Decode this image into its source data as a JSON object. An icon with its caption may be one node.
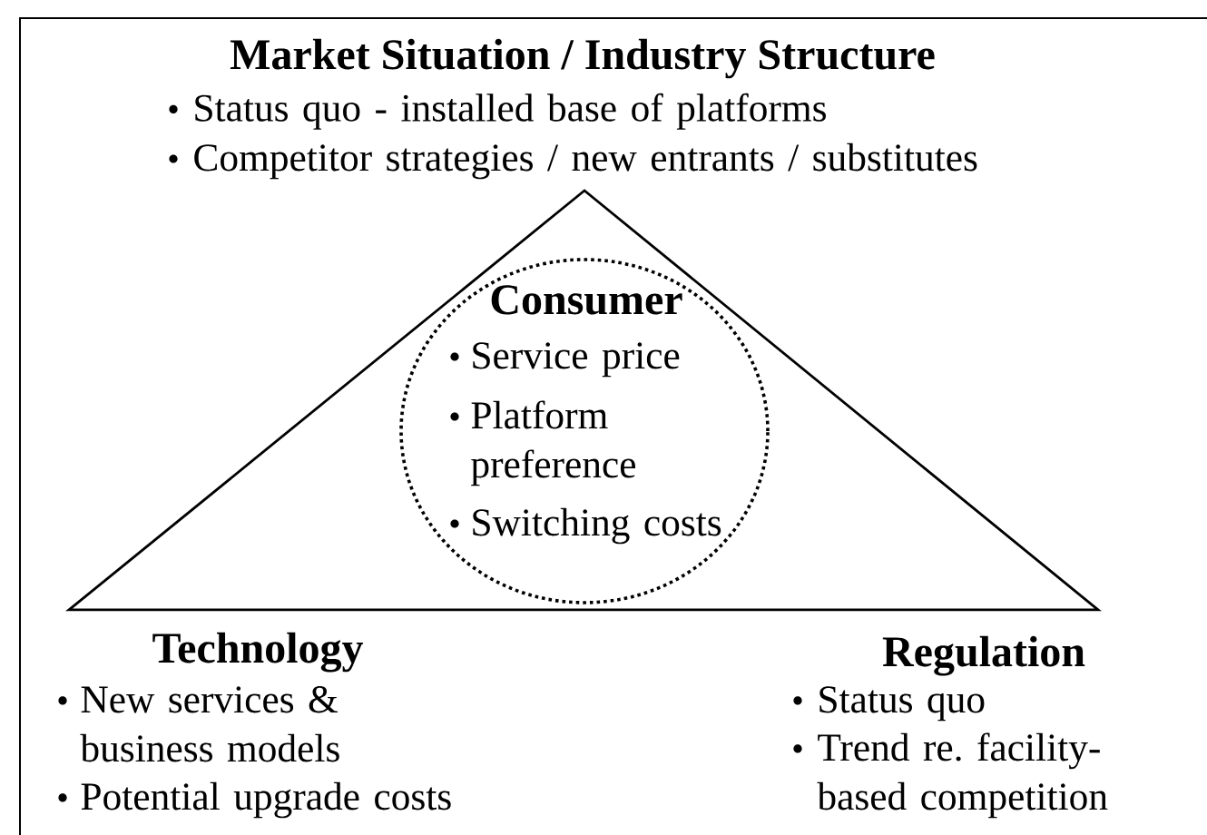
{
  "diagram": {
    "nodes": [
      {
        "text": [],
        "shape": "triangle"
      },
      {
        "text": [
          "Consumer",
          "Service price",
          "Platform preference",
          "Switching costs"
        ],
        "in": 0
      }
    ],
    "labels": [
      "Market Situation / Industry Structure",
      "Status quo - installed base of platforms",
      "Competitor strategies / new entrants / substitutes",
      "Technology",
      "New services & business models",
      "Potential upgrade costs",
      "Regulation",
      "Status quo",
      "Trend re. facility-based competition"
    ]
  }
}
